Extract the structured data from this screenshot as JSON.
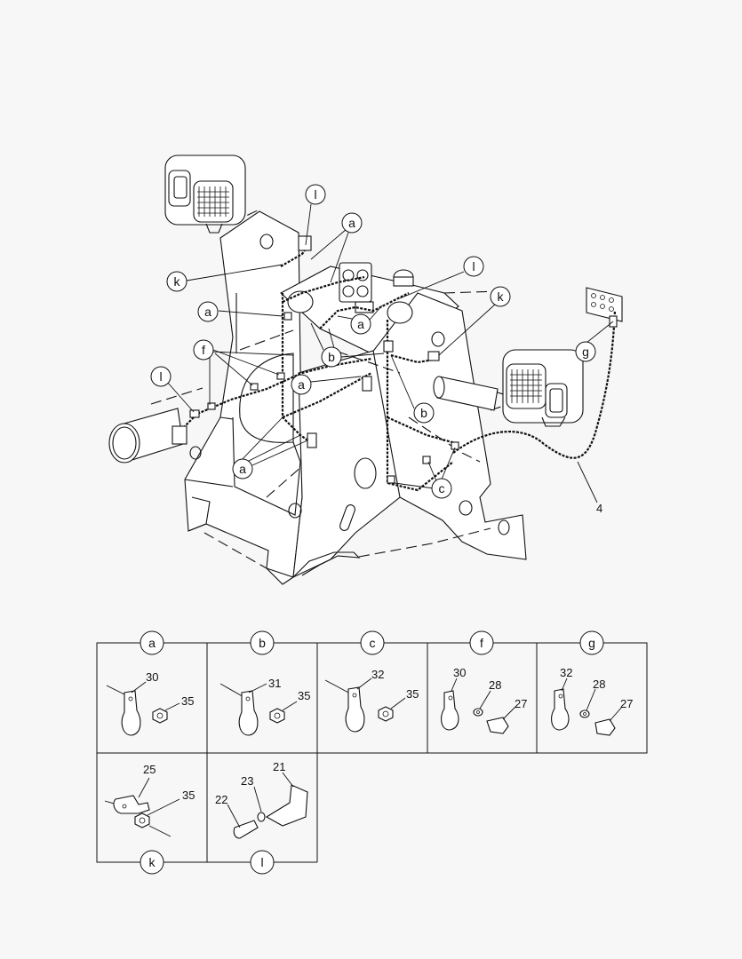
{
  "main_callouts": {
    "l_top": "l",
    "a_top": "a",
    "k_left": "k",
    "l_right": "l",
    "k_right": "k",
    "a_left": "a",
    "a_center": "a",
    "f_left": "f",
    "b_center": "b",
    "l_left": "l",
    "a_mid": "a",
    "b_right": "b",
    "a_bottom": "a",
    "c_bottom": "c",
    "g_right": "g"
  },
  "harness_number": "4",
  "details": [
    {
      "key": "a",
      "parts": [
        "30",
        "35"
      ]
    },
    {
      "key": "b",
      "parts": [
        "31",
        "35"
      ]
    },
    {
      "key": "c",
      "parts": [
        "32",
        "35"
      ]
    },
    {
      "key": "f",
      "parts": [
        "30",
        "28",
        "27"
      ]
    },
    {
      "key": "g",
      "parts": [
        "32",
        "28",
        "27"
      ]
    },
    {
      "key": "k",
      "parts": [
        "25",
        "35"
      ]
    },
    {
      "key": "l",
      "parts": [
        "21",
        "23",
        "22"
      ]
    }
  ]
}
